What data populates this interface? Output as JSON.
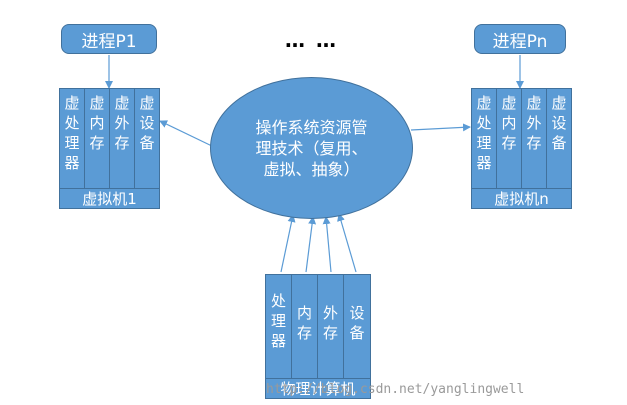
{
  "process_left": {
    "label": "进程P1"
  },
  "process_right": {
    "label": "进程Pn"
  },
  "ellipsis": "… …",
  "vm_left": {
    "label": "虚拟机1",
    "columns": [
      {
        "l1": "虚",
        "l2": "处",
        "l3": "理",
        "l4": "器"
      },
      {
        "l1": "虚",
        "l2": "内",
        "l3": "存"
      },
      {
        "l1": "虚",
        "l2": "外",
        "l3": "存"
      },
      {
        "l1": "虚",
        "l2": "设",
        "l3": "备"
      }
    ]
  },
  "vm_right": {
    "label": "虚拟机n",
    "columns": [
      {
        "l1": "虚",
        "l2": "处",
        "l3": "理",
        "l4": "器"
      },
      {
        "l1": "虚",
        "l2": "内",
        "l3": "存"
      },
      {
        "l1": "虚",
        "l2": "外",
        "l3": "存"
      },
      {
        "l1": "虚",
        "l2": "设",
        "l3": "备"
      }
    ]
  },
  "os": {
    "line1": "操作系统资源管",
    "line2": "理技术（复用、",
    "line3": "虚拟、抽象）"
  },
  "physical": {
    "label": "物理计算机",
    "columns": [
      {
        "l1": "处",
        "l2": "理",
        "l3": "器"
      },
      {
        "l1": "内",
        "l2": "存"
      },
      {
        "l1": "外",
        "l2": "存"
      },
      {
        "l1": "设",
        "l2": "备"
      }
    ]
  },
  "watermark": "http://blog.csdn.net/yanglingwell",
  "colors": {
    "fill": "#5b9bd5",
    "stroke": "#41719c",
    "arrow": "#5b9bd5"
  }
}
